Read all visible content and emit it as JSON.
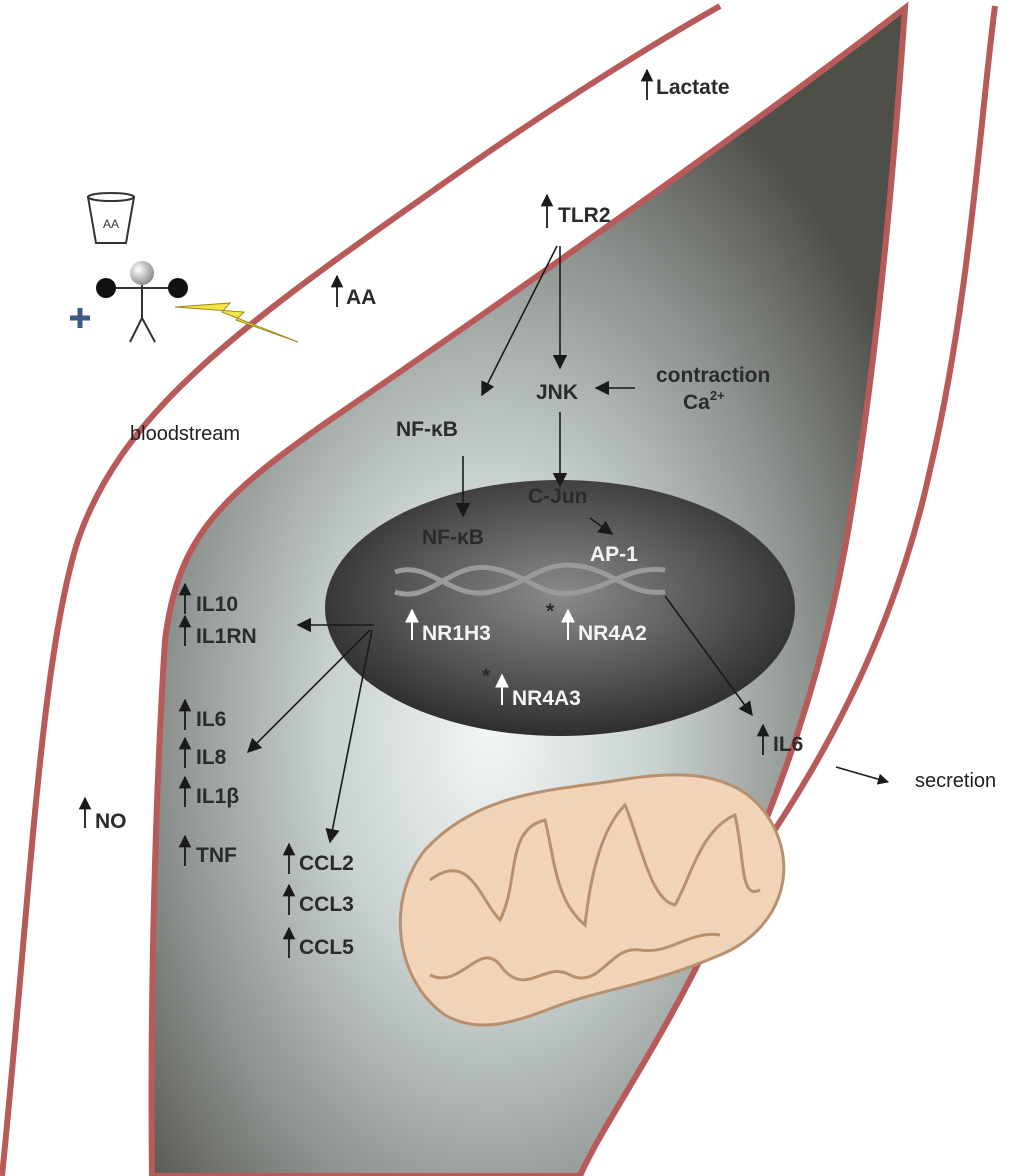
{
  "extracellular": {
    "lactate": "Lactate",
    "aa": "AA",
    "bloodstream": "bloodstream",
    "no": "NO",
    "secretion": "secretion",
    "cup_label": "AA"
  },
  "signaling": {
    "tlr2": "TLR2",
    "jnk": "JNK",
    "contraction": "contraction",
    "calcium": "Ca",
    "calcium_sup": "2+",
    "nfkb_cytoplasm": "NF-κB",
    "cjun": "C-Jun"
  },
  "nucleus": {
    "nfkb": "NF-κB",
    "ap1": "AP-1",
    "genes": [
      "NR1H3",
      "NR4A2",
      "NR4A3"
    ],
    "asterisk": "*"
  },
  "cytokines_group_1": [
    "IL10",
    "IL1RN"
  ],
  "cytokines_group_2": [
    "IL6",
    "IL8",
    "IL1β",
    "TNF"
  ],
  "chemokines": [
    "CCL2",
    "CCL3",
    "CCL5"
  ],
  "secreted": "IL6",
  "colors": {
    "membrane": "#b85a5a",
    "cytoplasm_light": "#e9eeee",
    "cytoplasm_dark": "#4a4a46",
    "nucleus_dark": "#2e2e2e",
    "mitochondrion": "#f1d4b8",
    "mito_outline": "#b8906e",
    "bolt": "#f3e44a",
    "plus": "#3c5a86"
  }
}
